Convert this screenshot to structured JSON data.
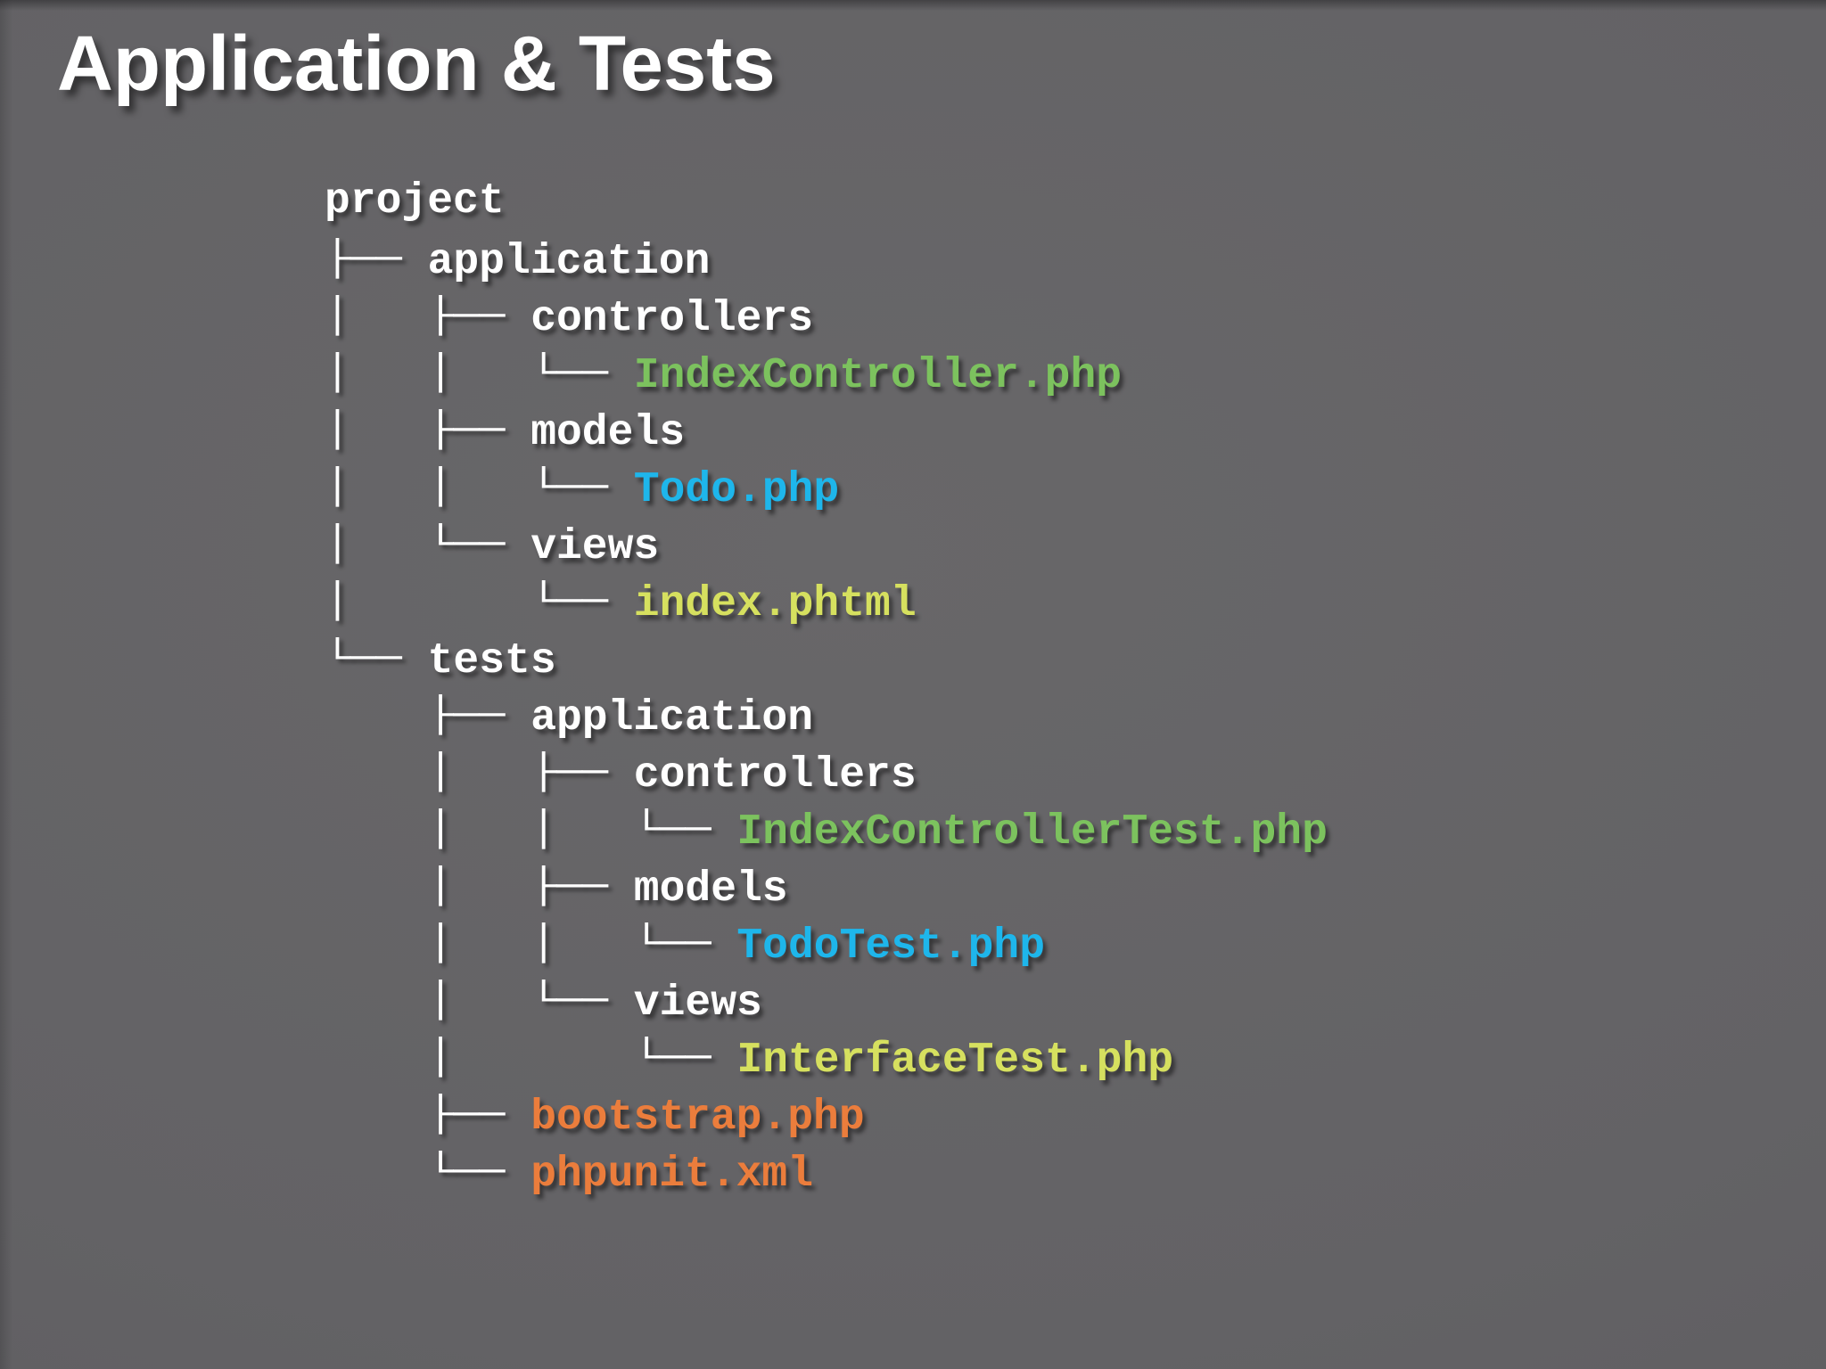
{
  "slide": {
    "title": "Application & Tests"
  },
  "colors": {
    "background": "#636265",
    "text_white": "#ffffff",
    "file_green": "#7cc25e",
    "file_cyan": "#1eb6eb",
    "file_yellow": "#d6e05f",
    "file_orange": "#eb7d3c"
  },
  "tree": {
    "lines": [
      {
        "prefix": "",
        "name": "project",
        "kind": "folder",
        "color": "text_white"
      },
      {
        "prefix": "├── ",
        "name": "application",
        "kind": "folder",
        "color": "text_white"
      },
      {
        "prefix": "│   ├── ",
        "name": "controllers",
        "kind": "folder",
        "color": "text_white"
      },
      {
        "prefix": "│   │   └── ",
        "name": "IndexController.php",
        "kind": "file",
        "color": "file_green"
      },
      {
        "prefix": "│   ├── ",
        "name": "models",
        "kind": "folder",
        "color": "text_white"
      },
      {
        "prefix": "│   │   └── ",
        "name": "Todo.php",
        "kind": "file",
        "color": "file_cyan"
      },
      {
        "prefix": "│   └── ",
        "name": "views",
        "kind": "folder",
        "color": "text_white"
      },
      {
        "prefix": "│       └── ",
        "name": "index.phtml",
        "kind": "file",
        "color": "file_yellow"
      },
      {
        "prefix": "└── ",
        "name": "tests",
        "kind": "folder",
        "color": "text_white"
      },
      {
        "prefix": "    ├── ",
        "name": "application",
        "kind": "folder",
        "color": "text_white"
      },
      {
        "prefix": "    │   ├── ",
        "name": "controllers",
        "kind": "folder",
        "color": "text_white"
      },
      {
        "prefix": "    │   │   └── ",
        "name": "IndexControllerTest.php",
        "kind": "file",
        "color": "file_green"
      },
      {
        "prefix": "    │   ├── ",
        "name": "models",
        "kind": "folder",
        "color": "text_white"
      },
      {
        "prefix": "    │   │   └── ",
        "name": "TodoTest.php",
        "kind": "file",
        "color": "file_cyan"
      },
      {
        "prefix": "    │   └── ",
        "name": "views",
        "kind": "folder",
        "color": "text_white"
      },
      {
        "prefix": "    │       └── ",
        "name": "InterfaceTest.php",
        "kind": "file",
        "color": "file_yellow"
      },
      {
        "prefix": "    ├── ",
        "name": "bootstrap.php",
        "kind": "file",
        "color": "file_orange"
      },
      {
        "prefix": "    └── ",
        "name": "phpunit.xml",
        "kind": "file",
        "color": "file_orange"
      }
    ]
  }
}
